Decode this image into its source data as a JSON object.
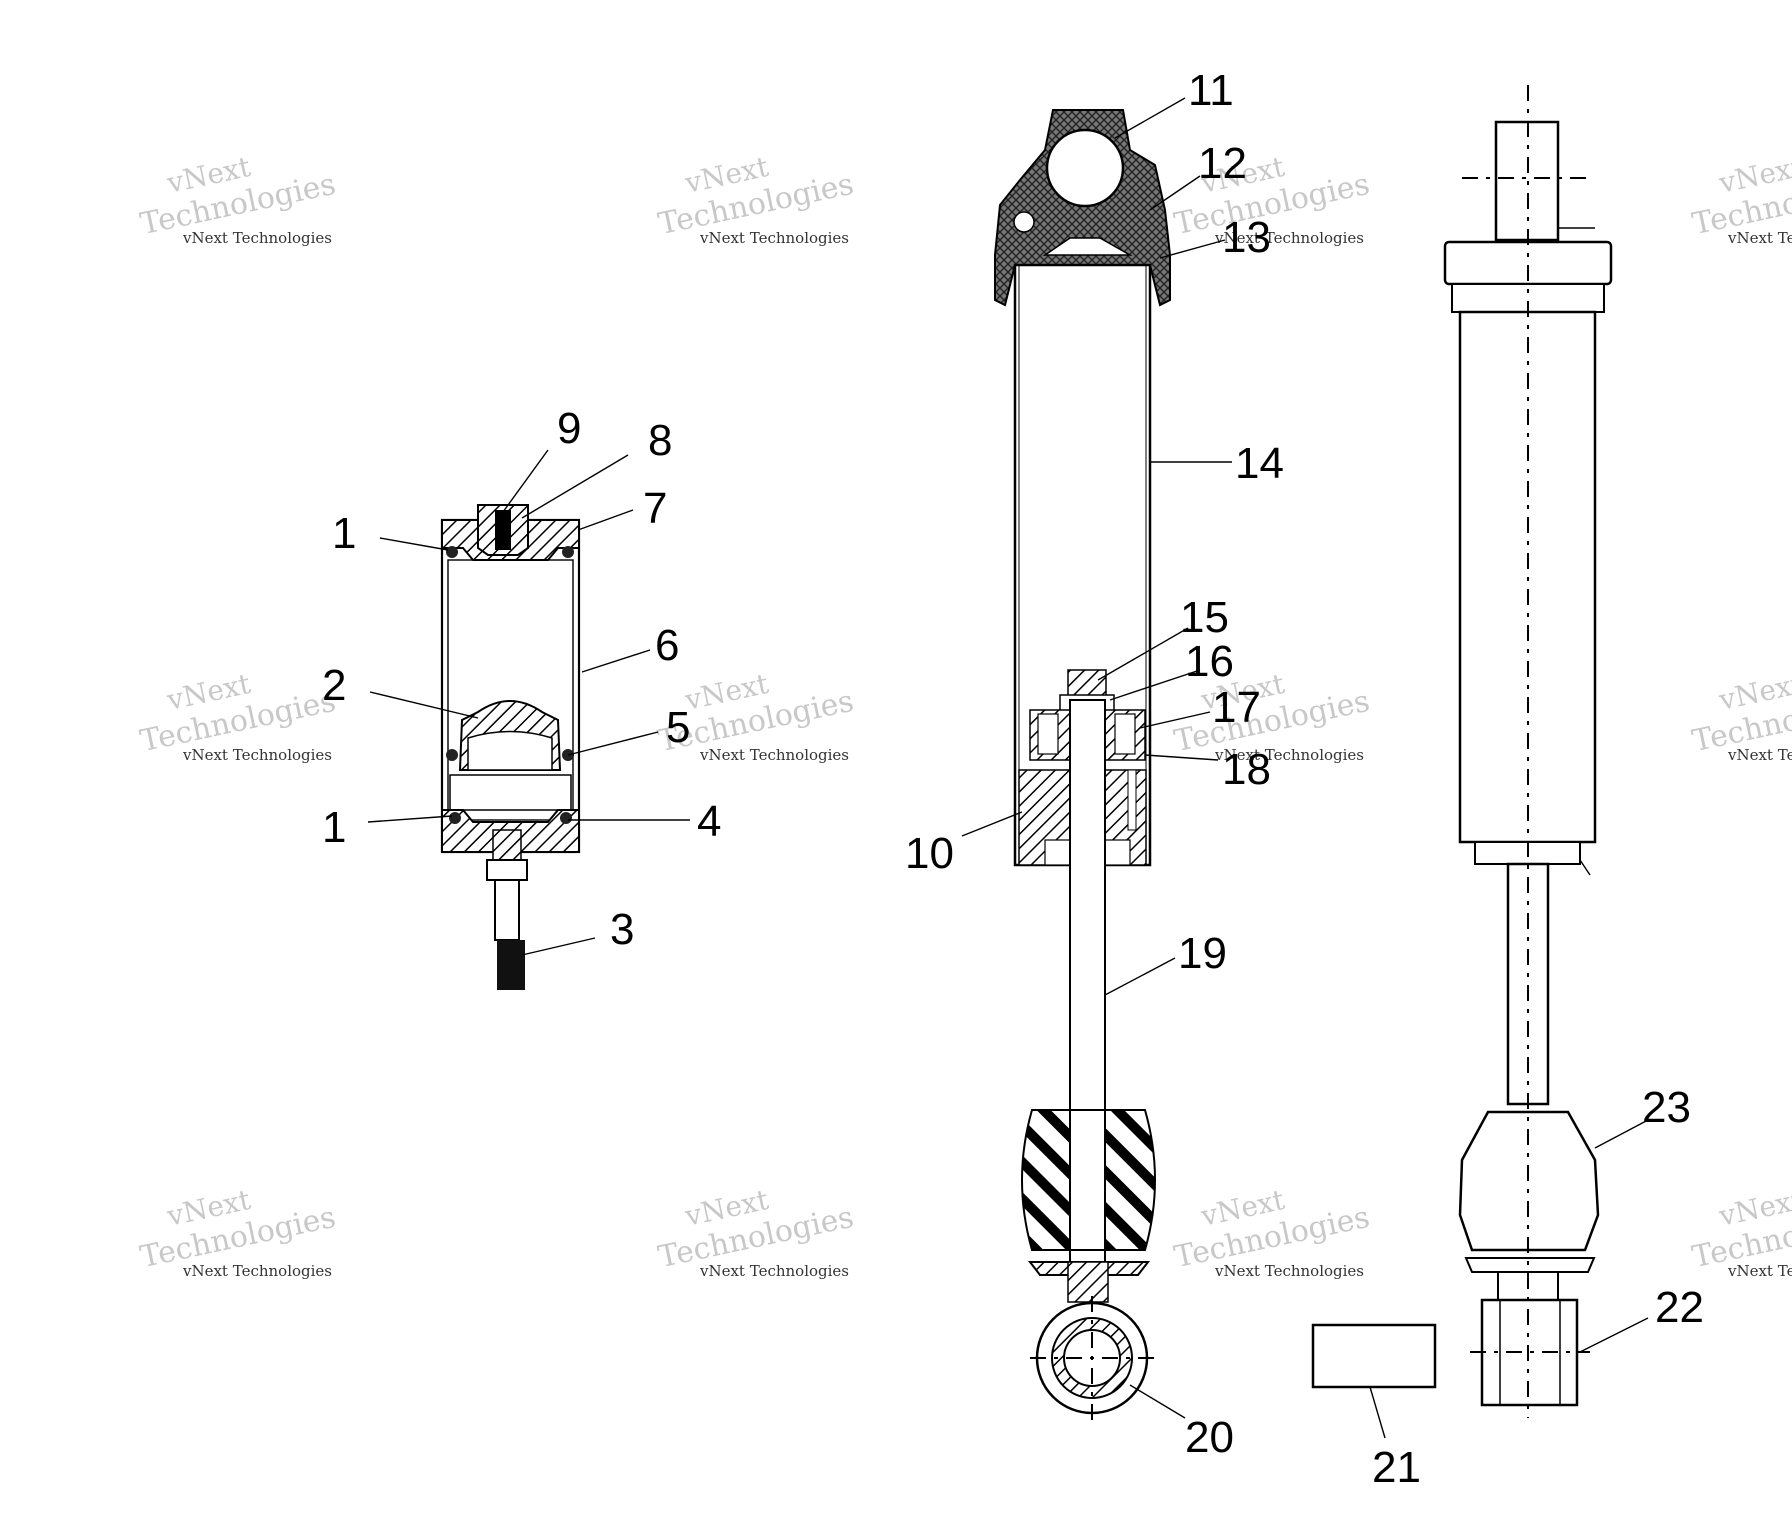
{
  "watermark": {
    "line1": "vNext Technologies",
    "line2": "Technologies",
    "line3": "vNext"
  },
  "callouts": [
    {
      "id": "c1a",
      "label": "1"
    },
    {
      "id": "c1b",
      "label": "1"
    },
    {
      "id": "c2",
      "label": "2"
    },
    {
      "id": "c3",
      "label": "3"
    },
    {
      "id": "c4",
      "label": "4"
    },
    {
      "id": "c5",
      "label": "5"
    },
    {
      "id": "c6",
      "label": "6"
    },
    {
      "id": "c7",
      "label": "7"
    },
    {
      "id": "c8",
      "label": "8"
    },
    {
      "id": "c9",
      "label": "9"
    },
    {
      "id": "c10",
      "label": "10"
    },
    {
      "id": "c11",
      "label": "11"
    },
    {
      "id": "c12",
      "label": "12"
    },
    {
      "id": "c13",
      "label": "13"
    },
    {
      "id": "c14",
      "label": "14"
    },
    {
      "id": "c15",
      "label": "15"
    },
    {
      "id": "c16",
      "label": "16"
    },
    {
      "id": "c17",
      "label": "17"
    },
    {
      "id": "c18",
      "label": "18"
    },
    {
      "id": "c19",
      "label": "19"
    },
    {
      "id": "c20",
      "label": "20"
    },
    {
      "id": "c21",
      "label": "21"
    },
    {
      "id": "c22",
      "label": "22"
    },
    {
      "id": "c23",
      "label": "23"
    }
  ]
}
